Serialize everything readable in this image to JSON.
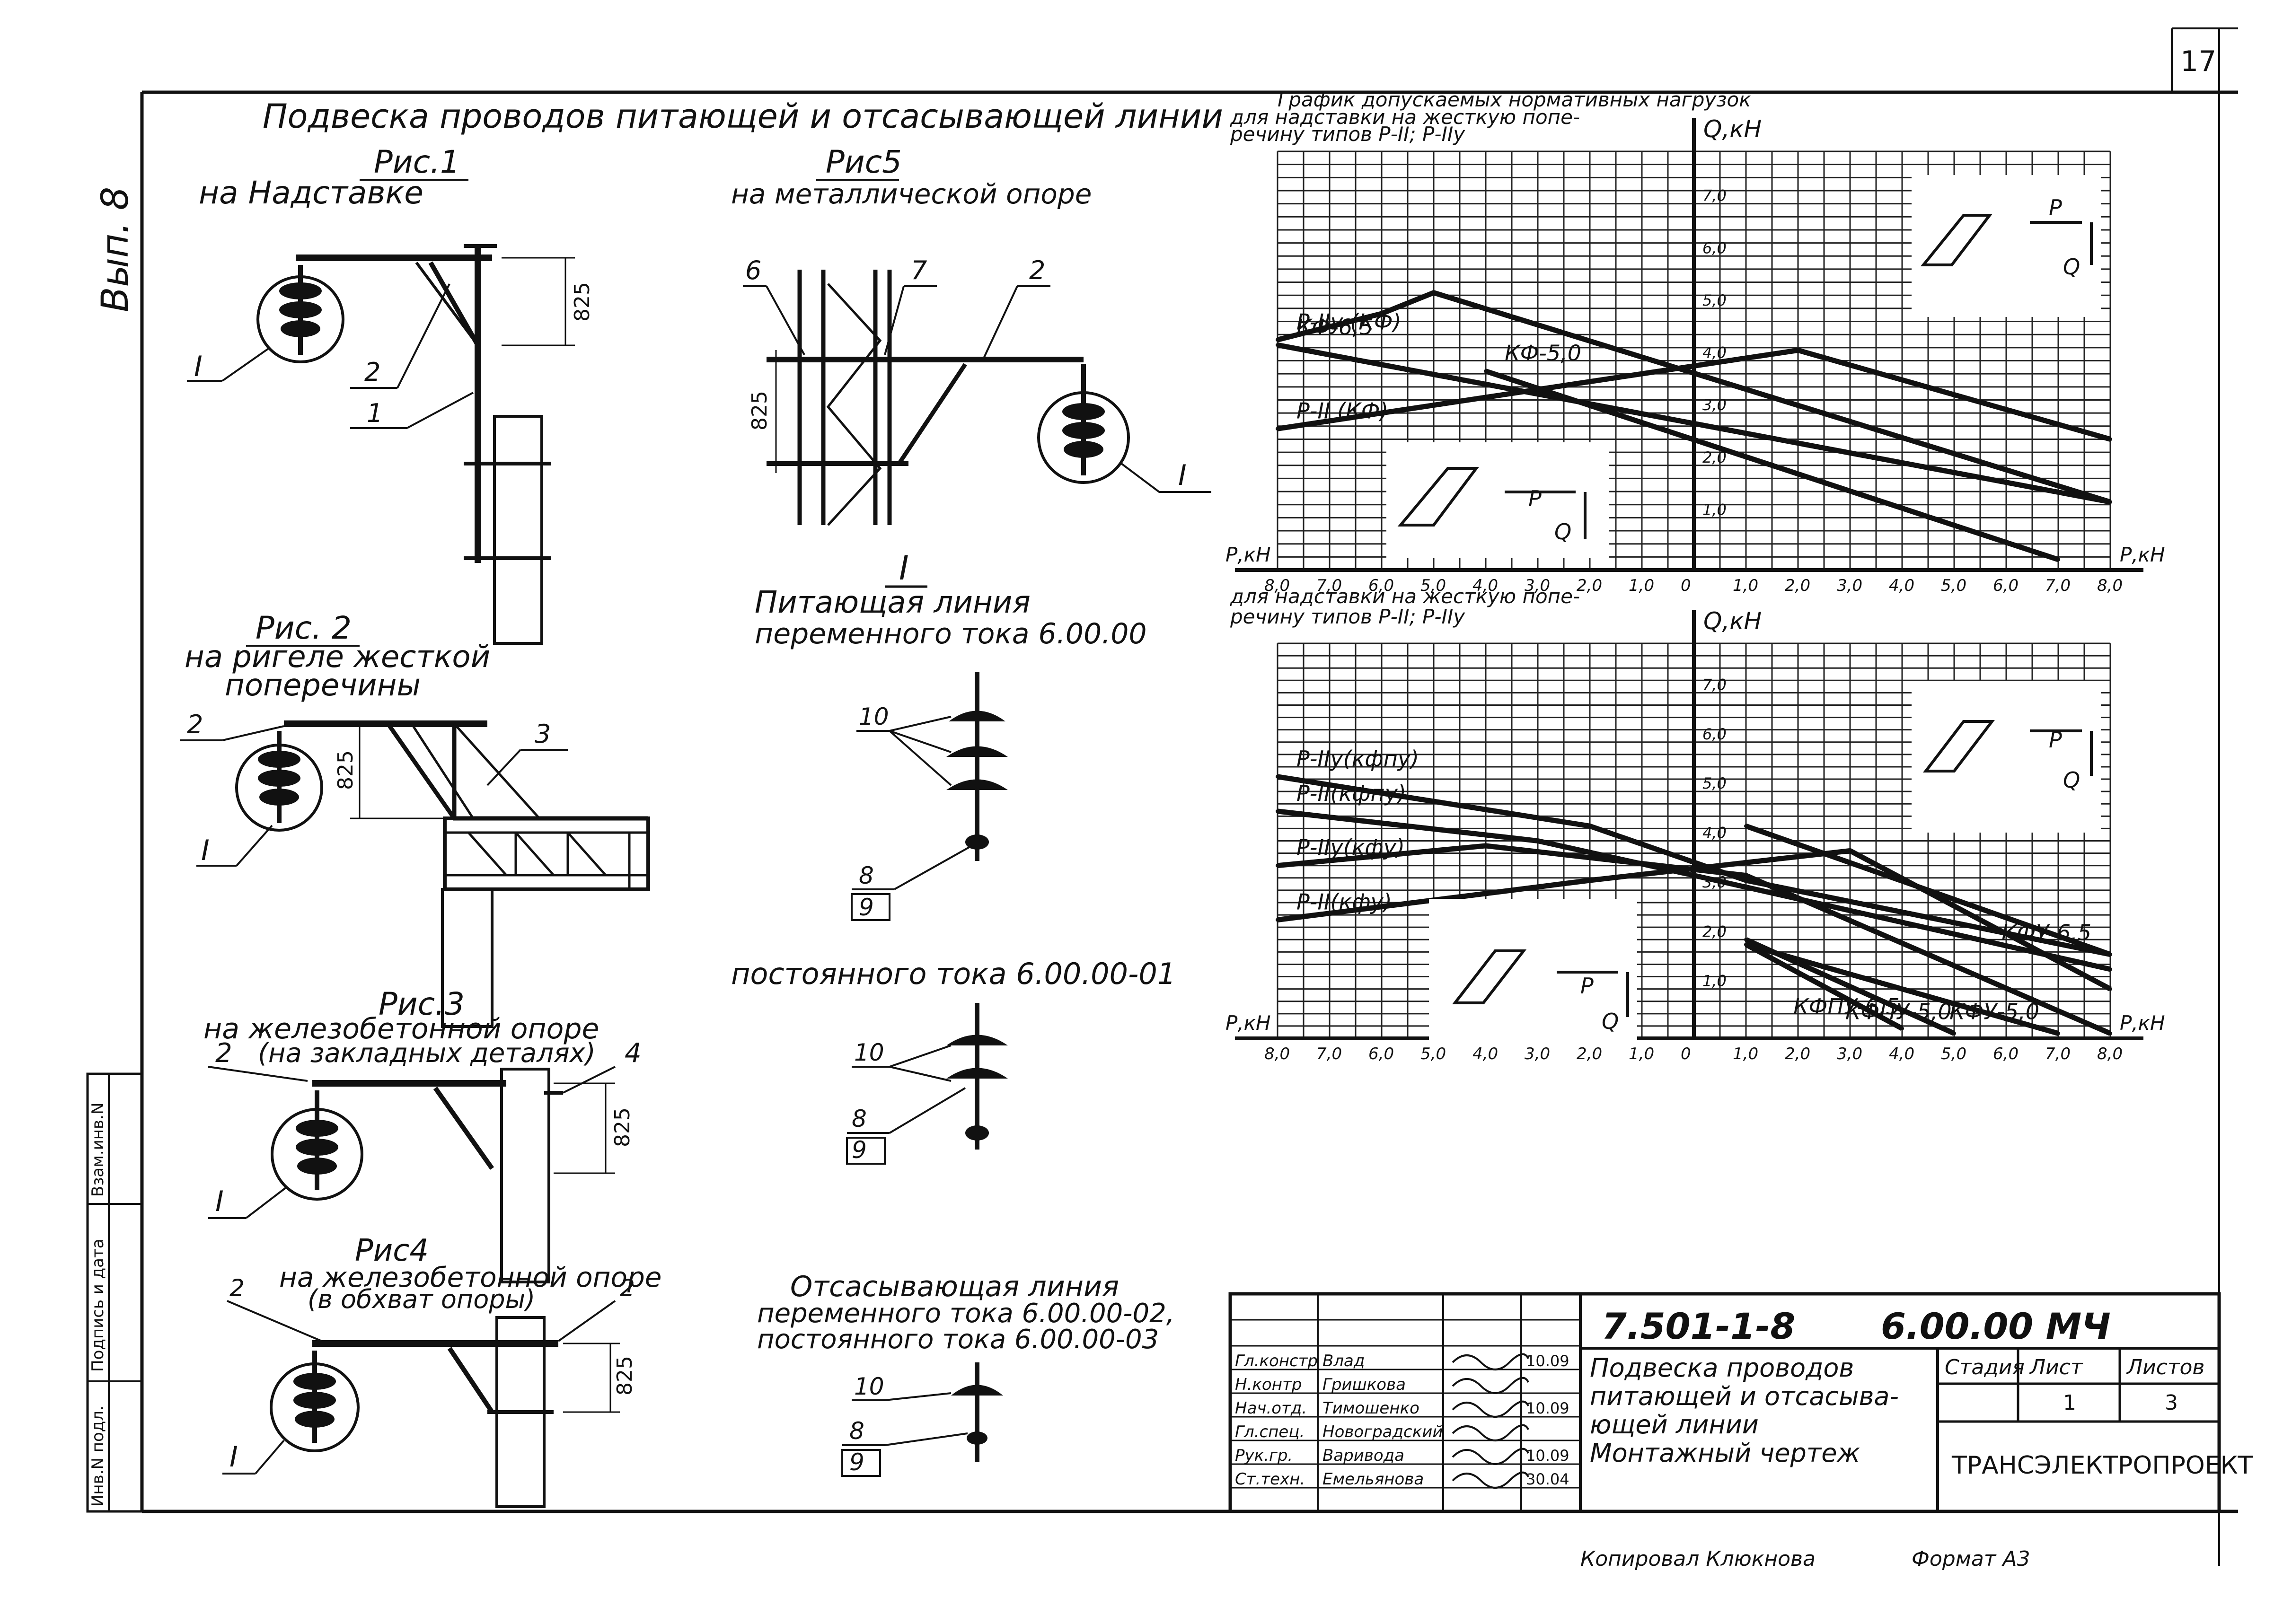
{
  "sheet": {
    "number": "17",
    "vypusk": "Вып. 8"
  },
  "header": {
    "title": "Подвеска проводов питающей и отсасывающей линии"
  },
  "figures": {
    "fig1": {
      "caption": "Рис.1",
      "subtitle": "на Надставке",
      "labels": {
        "I": "I",
        "n1": "1",
        "n2": "2"
      },
      "dim": "825"
    },
    "fig2": {
      "caption": "Рис. 2",
      "subtitle1": "на ригеле жесткой",
      "subtitle2": "поперечины",
      "labels": {
        "n2": "2",
        "n3": "3",
        "I": "I"
      },
      "dim": "825"
    },
    "fig3": {
      "caption": "Рис.3",
      "subtitle1": "на железобетонной опоре",
      "subtitle2": "(на закладных деталях)",
      "labels": {
        "n2": "2",
        "n4": "4",
        "I": "I"
      },
      "dim": "825"
    },
    "fig4": {
      "caption": "Рис4",
      "subtitle1": "на железобетонной опоре",
      "subtitle2": "(в обхват опоры)",
      "labels": {
        "n2": "2",
        "n2b": "2",
        "I": "I"
      },
      "dim": "825"
    },
    "fig5": {
      "caption": "Рис5",
      "subtitle": "на металлической опоре",
      "labels": {
        "n6": "6",
        "n7": "7",
        "n2": "2",
        "I": "I"
      },
      "dim": "825"
    }
  },
  "detail": {
    "roman": "I",
    "ac_title1": "Питающая линия",
    "ac_title2": "переменного тока 6.00.00",
    "ac_labels": {
      "n10": "10",
      "n8": "8",
      "n9": "9"
    },
    "dc_title": "постоянного тока 6.00.00-01",
    "dc_labels": {
      "n10": "10",
      "n8": "8",
      "n9": "9"
    },
    "ret_title1": "Отсасывающая линия",
    "ret_title2": "переменного тока 6.00.00-02,",
    "ret_title3": "постоянного тока 6.00.00-03",
    "ret_labels": {
      "n10": "10",
      "n8": "8",
      "n9": "9"
    }
  },
  "chart_data": [
    {
      "type": "line",
      "title": "График допускаемых нормативных нагрузок для надставки на жесткую поперечину типов Р-II; Р-IIу",
      "xlabel": "Р,кН",
      "ylabel": "Q,кН",
      "x_ticks": [
        "8,0",
        "7,0",
        "6,0",
        "5,0",
        "4,0",
        "3,0",
        "2,0",
        "1,0",
        "0",
        "1,0",
        "2,0",
        "3,0",
        "4,0",
        "5,0",
        "6,0",
        "7,0",
        "8,0"
      ],
      "y_ticks": [
        "1,0",
        "2,0",
        "3,0",
        "4,0",
        "5,0",
        "6,0",
        "7,0"
      ],
      "xlim": [
        -8,
        8
      ],
      "ylim": [
        0,
        8
      ],
      "series": [
        {
          "name": "Р-IIу (КФ)",
          "x": [
            -8,
            -6,
            -5,
            8
          ],
          "y": [
            4.4,
            4.9,
            5.3,
            1.3
          ]
        },
        {
          "name": "Р-II (КФ)",
          "x": [
            -8,
            -4,
            2,
            8
          ],
          "y": [
            2.7,
            3.3,
            4.2,
            2.5
          ]
        },
        {
          "name": "КФ-6,5",
          "x": [
            -8,
            8
          ],
          "y": [
            4.3,
            1.3
          ]
        },
        {
          "name": "КФ-5,0",
          "x": [
            -4,
            7
          ],
          "y": [
            3.8,
            0.2
          ]
        }
      ]
    },
    {
      "type": "line",
      "title": "для надставки на жесткую поперечину типов Р-II; Р-IIу",
      "xlabel": "Р,кН",
      "ylabel": "Q,кН",
      "x_ticks": [
        "8,0",
        "7,0",
        "6,0",
        "5,0",
        "4,0",
        "3,0",
        "2,0",
        "1,0",
        "0",
        "1,0",
        "2,0",
        "3,0",
        "4,0",
        "5,0",
        "6,0",
        "7,0",
        "8,0"
      ],
      "y_ticks": [
        "1,0",
        "2,0",
        "3,0",
        "4,0",
        "5,0",
        "6,0",
        "7,0"
      ],
      "xlim": [
        -8,
        8
      ],
      "ylim": [
        0,
        8
      ],
      "series": [
        {
          "name": "Р-IIу(кфпу)",
          "x": [
            -8,
            -2,
            1,
            8
          ],
          "y": [
            5.3,
            4.3,
            3.2,
            1.7
          ]
        },
        {
          "name": "Р-II(кфпу)",
          "x": [
            -8,
            -3,
            0,
            8
          ],
          "y": [
            4.6,
            4.0,
            3.3,
            1.4
          ]
        },
        {
          "name": "Р-IIу(кфу)",
          "x": [
            -8,
            -4,
            1,
            8
          ],
          "y": [
            3.5,
            3.9,
            3.3,
            0.1
          ]
        },
        {
          "name": "Р-II(кфу)",
          "x": [
            -8,
            -2,
            3,
            8
          ],
          "y": [
            2.4,
            3.2,
            3.8,
            1.0
          ]
        },
        {
          "name": "КФУ-6,5",
          "x": [
            1,
            8
          ],
          "y": [
            4.3,
            1.7
          ]
        },
        {
          "name": "КФУ-5,0",
          "x": [
            1,
            7
          ],
          "y": [
            1.9,
            0.1
          ]
        },
        {
          "name": "КФПУ-5,0",
          "x": [
            1,
            5
          ],
          "y": [
            2.0,
            0.1
          ]
        },
        {
          "name": "КФПУ-6,5",
          "x": [
            1,
            4
          ],
          "y": [
            1.9,
            0.2
          ]
        }
      ]
    }
  ],
  "chart_labels": {
    "top_title1": "График допускаемых нормативных нагрузок",
    "top_title2": "для надставки на жесткую попе-",
    "top_title3": "речину типов Р-II; Р-IIу",
    "bottom_title1": "для надставки на жесткую попе-",
    "bottom_title2": "речину типов Р-II; Р-IIу",
    "force_p": "Р",
    "force_q": "Q"
  },
  "title_block": {
    "code": "7.501-1-8",
    "doc": "6.00.00 МЧ",
    "name1": "Подвеска проводов",
    "name2": "питающей и отсасыва-",
    "name3": "ющей линии",
    "name4": "Монтажный чертеж",
    "stage_label": "Стадия",
    "sheet_label": "Лист",
    "sheets_label": "Листов",
    "sheet_value": "1",
    "sheets_value": "3",
    "org": "ТРАНСЭЛЕКТРОПРОЕКТ",
    "rows": [
      {
        "role": "Гл.констр",
        "name": "Влад",
        "date": "10.09"
      },
      {
        "role": "Н.контр",
        "name": "Гришкова",
        "date": ""
      },
      {
        "role": "Нач.отд.",
        "name": "Тимошенко",
        "date": "10.09"
      },
      {
        "role": "Гл.спец.",
        "name": "Новоградский",
        "date": ""
      },
      {
        "role": "Рук.гр.",
        "name": "Варивода",
        "date": "10.09"
      },
      {
        "role": "Ст.техн.",
        "name": "Емельянова",
        "date": "30.04"
      }
    ]
  },
  "side_stamp": {
    "c1": "Взам.инв.N",
    "c2": "Подпись и дата",
    "c3": "Инв.N подл."
  },
  "footer": {
    "copied": "Копировал Клюкнова",
    "format": "Формат А3"
  }
}
